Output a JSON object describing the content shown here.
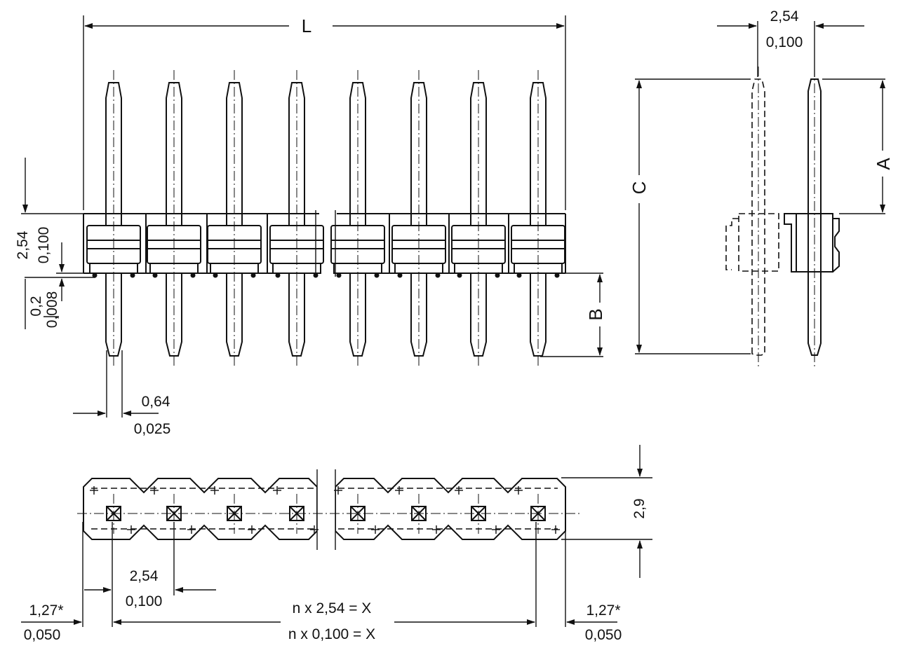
{
  "dimensions": {
    "L": "L",
    "A": "A",
    "B": "B",
    "C": "C",
    "pitch_top_mm": "2,54",
    "pitch_top_in": "0,100",
    "body_h_mm": "2,54",
    "body_h_in": "0,100",
    "stand_mm": "0,2",
    "stand_in": "0,008",
    "pin_w_mm": "0,64",
    "pin_w_in": "0,025",
    "width_mm": "2,9",
    "pitch_bottom_mm": "2,54",
    "pitch_bottom_in": "0,100",
    "edge_left_mm": "1,27*",
    "edge_left_in": "0,050",
    "edge_right_mm": "1,27*",
    "edge_right_in": "0,050",
    "total_mm": "n x 2,54 = X",
    "total_in": "n x 0,100 = X"
  },
  "pin_count": 8
}
